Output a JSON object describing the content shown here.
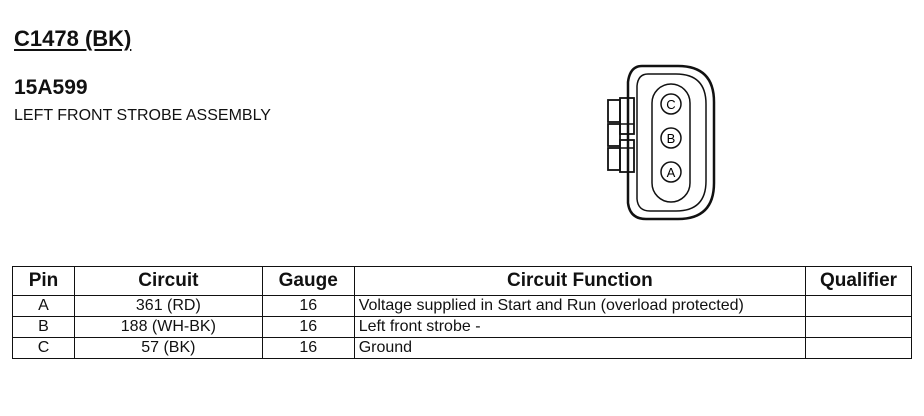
{
  "header": {
    "connector_id": "C1478 (BK)",
    "part_number": "15A599",
    "description": "LEFT FRONT STROBE ASSEMBLY"
  },
  "connector_diagram": {
    "icon": "connector-face-icon",
    "pins": [
      "C",
      "B",
      "A"
    ]
  },
  "table": {
    "headers": {
      "pin": "Pin",
      "circuit": "Circuit",
      "gauge": "Gauge",
      "function": "Circuit Function",
      "qualifier": "Qualifier"
    },
    "rows": [
      {
        "pin": "A",
        "circuit": "361 (RD)",
        "gauge": "16",
        "function": "Voltage supplied in Start and Run (overload protected)",
        "qualifier": ""
      },
      {
        "pin": "B",
        "circuit": "188 (WH-BK)",
        "gauge": "16",
        "function": "Left front strobe -",
        "qualifier": ""
      },
      {
        "pin": "C",
        "circuit": "57 (BK)",
        "gauge": "16",
        "function": "Ground",
        "qualifier": ""
      }
    ]
  }
}
